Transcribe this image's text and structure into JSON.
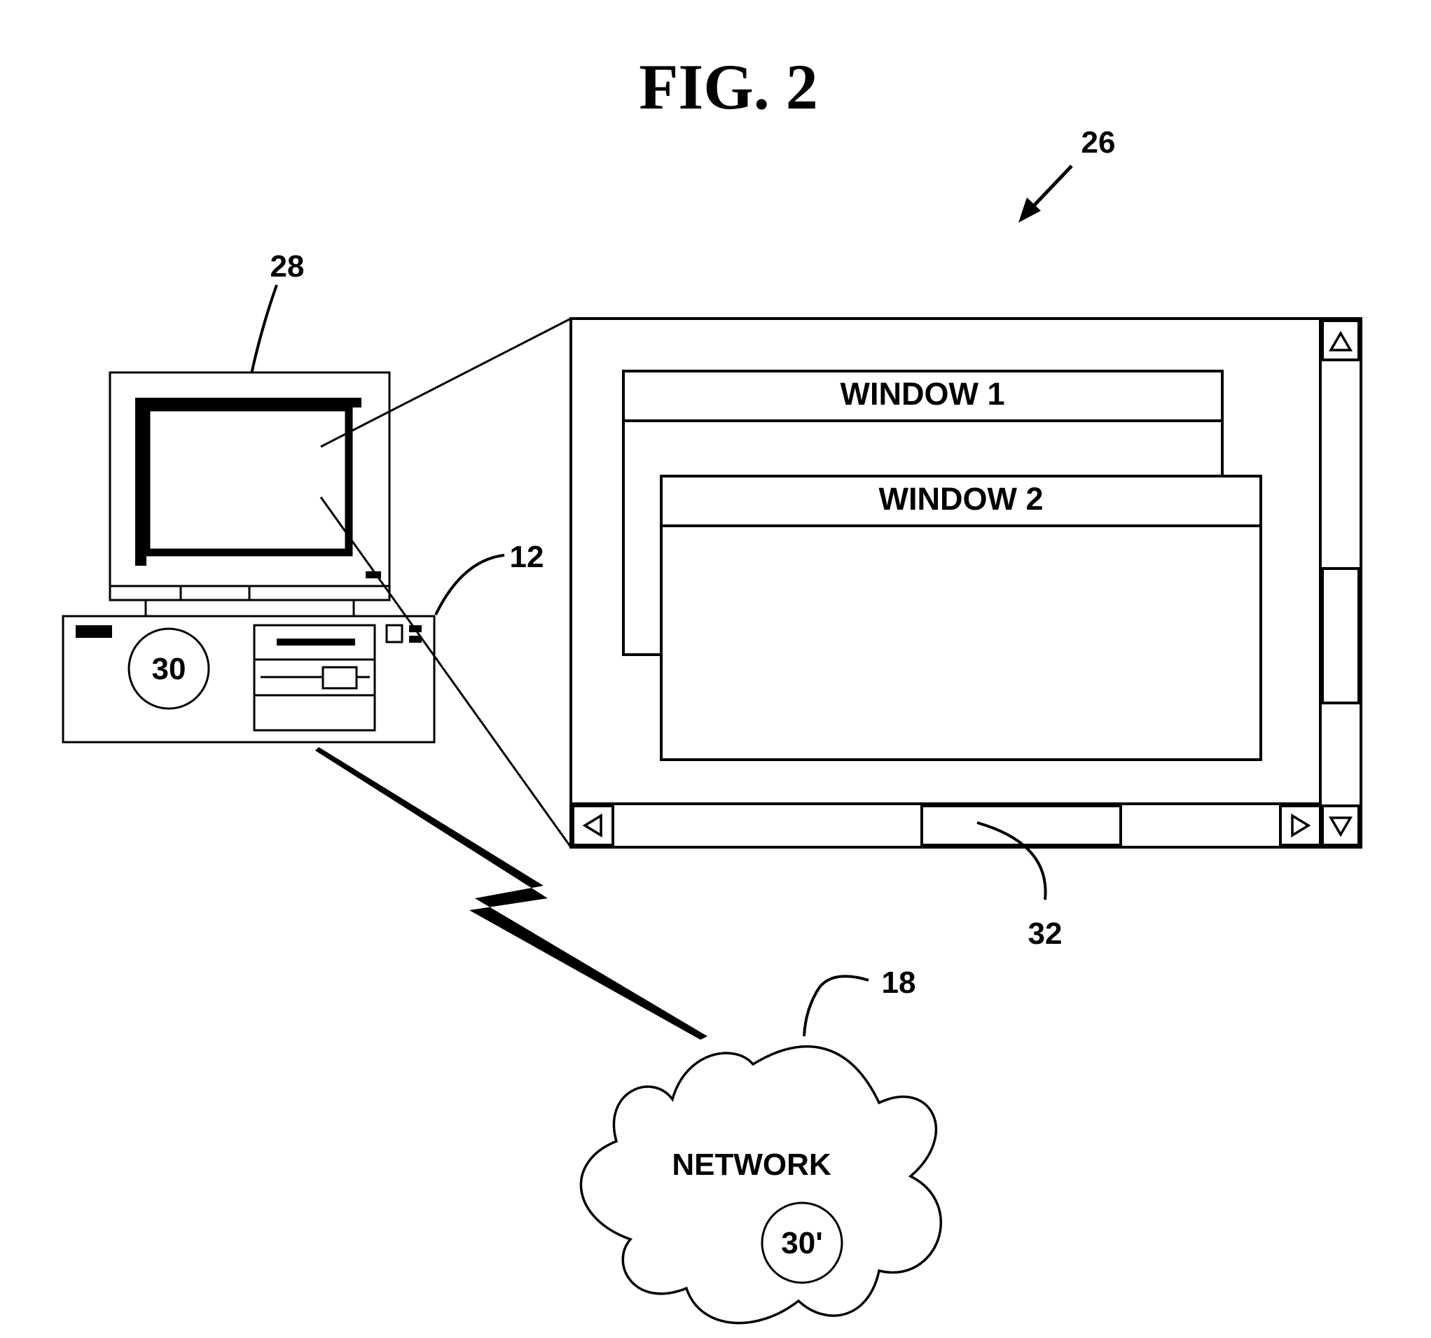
{
  "figure": {
    "title": "FIG. 2"
  },
  "labels": {
    "screen_display_ref": "26",
    "display_ref": "28",
    "computer_ref": "12",
    "scrollbar_ref": "32",
    "network_ref": "18",
    "local_module": "30",
    "network_module": "30'"
  },
  "windows": {
    "window1_title": "WINDOW 1",
    "window2_title": "WINDOW 2"
  },
  "network": {
    "label": "NETWORK"
  },
  "colors": {
    "ink": "#000000",
    "paper": "#ffffff"
  }
}
